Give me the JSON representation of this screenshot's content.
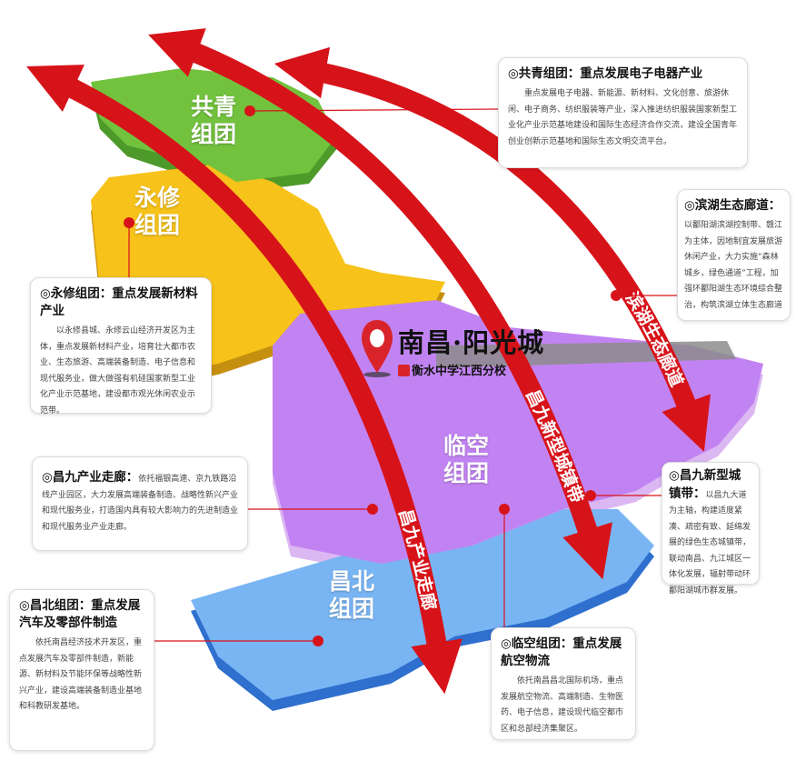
{
  "colors": {
    "arrow": "#d7131a",
    "gongqing": "#6cbf3a",
    "yongxiu": "#f4b800",
    "linkong": "#c07ff0",
    "changbei": "#6aaef0",
    "connector": "#d7131a"
  },
  "logo": {
    "title": "南昌·阳光城",
    "subtitle": "衡水中学江西分校",
    "icon": "map-pin-icon"
  },
  "regions": {
    "gongqing": {
      "line1": "共青",
      "line2": "组团"
    },
    "yongxiu": {
      "line1": "永修",
      "line2": "组团"
    },
    "linkong": {
      "line1": "临空",
      "line2": "组团"
    },
    "changbei": {
      "line1": "昌北",
      "line2": "组团"
    }
  },
  "arrows": {
    "changjiu_industry": "昌九产业走廊",
    "changjiu_town": "昌九新型城镇带",
    "binhu_eco": "滨湖生态廊道"
  },
  "callouts": {
    "gongqing": {
      "title": "◎共青组团：重点发展电子电器产业",
      "body": "重点发展电子电器、新能源、新材料、文化创意、旅游休闲、电子商务、纺织服装等产业，深入推进纺织服装国家新型工业化产业示范基地建设和国际生态经济合作交流，建设全国青年创业创新示范基地和国际生态文明交流平台。"
    },
    "binhu": {
      "title": "◎滨湖生态廊道：",
      "body": "以鄱阳湖滨湖控制带、赣江为主体，因地制宜发展旅游休闲产业，大力实施“森林城乡，绿色通道”工程，加强环鄱阳湖生态环境综合整治，构筑滨湖立体生态廊道"
    },
    "yongxiu": {
      "title": "◎永修组团：重点发展新材料产业",
      "body": "以永修县城、永修云山经济开发区为主体，重点发展新材料产业，培育壮大都市农业、生态旅游、高端装备制造、电子信息和现代服务业，做大做强有机硅国家新型工业化产业示范基地，建设都市观光休闲农业示范带。"
    },
    "changjiu_industry": {
      "title": "◎昌九产业走廊：",
      "body": "依托福银高速、京九铁路沿线产业园区，大力发展高端装备制造、战略性新兴产业和现代服务业，打造国内具有较大影响力的先进制造业和现代服务业产业走廊。"
    },
    "changjiu_town": {
      "title": "◎昌九新型城镇带：",
      "body": "以昌九大道为主轴，构建适度紧凑、疏密有致、延绵发展的绿色生态城镇带，联动南昌、九江城区一体化发展，辐射带动环鄱阳湖城市群发展。"
    },
    "changbei": {
      "title": "◎昌北组团：重点发展汽车及零部件制造",
      "body": "依托南昌经济技术开发区，重点发展汽车及零部件制造，新能源、新材料及节能环保等战略性新兴产业，建设高端装备制造业基地和科教研发基地。"
    },
    "linkong": {
      "title": "◎临空组团：重点发展航空物流",
      "body": "依托南昌昌北国际机场，重点发展航空物流、高端制造、生物医药、电子信息，建设现代临空都市区和总部经济集聚区。"
    }
  }
}
